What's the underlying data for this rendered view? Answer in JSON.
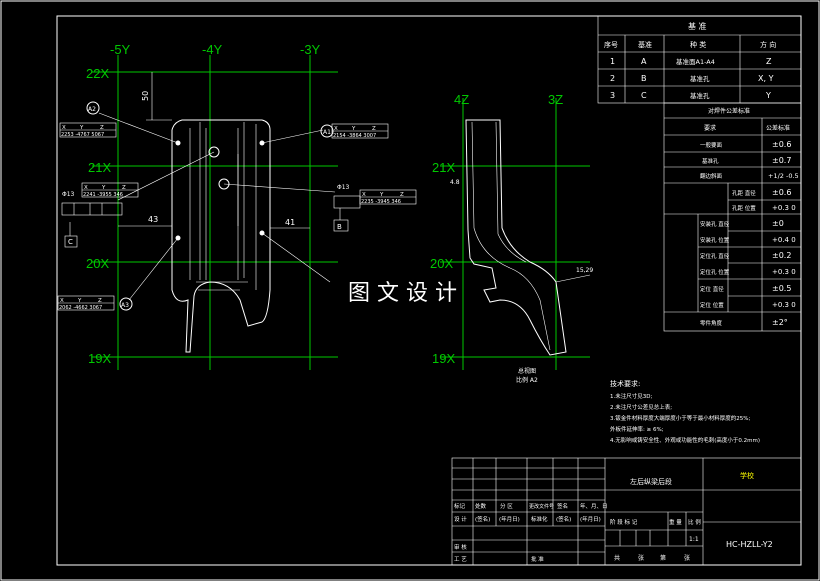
{
  "watermark": "图 文 设 计",
  "grid_labels": {
    "y_cols": [
      "-5Y",
      "-4Y",
      "-3Y"
    ],
    "x_rows_left": [
      "22X",
      "21X",
      "20X",
      "19X"
    ],
    "z_cols": [
      "4Z",
      "3Z"
    ],
    "x_rows_right": [
      "21X",
      "20X",
      "19X"
    ]
  },
  "datum_table": {
    "title": "基 准",
    "headers": [
      "序号",
      "基准",
      "种 类",
      "方 向"
    ],
    "rows": [
      [
        "1",
        "A",
        "基准面A1-A4",
        "Z"
      ],
      [
        "2",
        "B",
        "基准孔",
        "X, Y"
      ],
      [
        "3",
        "C",
        "基准孔",
        "Y"
      ]
    ]
  },
  "tolerance_table": {
    "title": "对焊件公差标准",
    "headers": [
      "要求",
      "公差标准"
    ],
    "rows": [
      [
        "一般要面",
        "±0.6"
      ],
      [
        "基准孔",
        "±0.7"
      ],
      [
        "翻边斜面",
        "+1/2 -0.5"
      ],
      [
        "孔距 直径",
        "±0.6"
      ],
      [
        "孔距 位置",
        "+0.3 0"
      ],
      [
        "安装孔 直径",
        "±0"
      ],
      [
        "安装孔 位置",
        "+0.4 0"
      ],
      [
        "定位孔 直径",
        "±0.2"
      ],
      [
        "定位孔 位置",
        "+0.3 0"
      ],
      [
        "定位 直径",
        "±0.5"
      ],
      [
        "定位 位置",
        "+0.3 0"
      ],
      [
        "零件角度",
        "±2°"
      ]
    ]
  },
  "balloons": [
    "A2",
    "A1",
    "A3",
    "B",
    "C"
  ],
  "point_labels": {
    "a2": {
      "headers": [
        "X",
        "Y",
        "Z"
      ],
      "values": "2253 -4767 5067"
    },
    "a1": {
      "headers": [
        "X",
        "Y",
        "Z"
      ],
      "values": "2154 -3864 3007"
    },
    "a3": {
      "headers": [
        "X",
        "Y",
        "Z"
      ],
      "values": "2062 -4662 3067"
    },
    "phi13_left": {
      "headers": [
        "X",
        "Y",
        "Z"
      ],
      "values": "2241 -3955 346"
    },
    "phi13_right": {
      "headers": [
        "X",
        "Y",
        "Z"
      ],
      "values": "2235 -3945 346"
    }
  },
  "dims": {
    "d50": "50",
    "d43": "43",
    "d41": "41",
    "d48": "4.8",
    "d1529": "15,29",
    "phi13": "Φ13"
  },
  "notes": {
    "title": "技术要求:",
    "lines": [
      "1.未注尺寸见3D;",
      "2.未注尺寸公差见总上表;",
      "3.钣金件材料厚度大端厚度小于等于最小材料厚度的25%;",
      "外板件延伸率: ≥ 6%;",
      "4.无影响或铸安全性、外观或功能性的毛刺(高度小于0.2mm)"
    ],
    "caption": "总视图",
    "scale": "比例 A2"
  },
  "title_block": {
    "part_name": "左后纵梁后段",
    "school": "学校",
    "drawing_no": "HC-HZLL-Y2",
    "row_headers": [
      "标记",
      "处数",
      "分 区",
      "更改文件号",
      "签名",
      "年、月、日"
    ],
    "row2": [
      "设 计",
      "(签名)",
      "(年月日)",
      "标准化",
      "(签名)",
      "(年月日)"
    ],
    "stage": [
      "阶 段 标 记",
      "重 量",
      "比 例"
    ],
    "scale_val": "1:1",
    "sheets": [
      "共",
      "张",
      "第",
      "张"
    ],
    "review": "审 核",
    "process": "工 艺",
    "approve": "批 准"
  },
  "colors": {
    "grid": "#00c800",
    "line": "#ffffff",
    "accent": "#ffff00",
    "bg": "#000000"
  }
}
